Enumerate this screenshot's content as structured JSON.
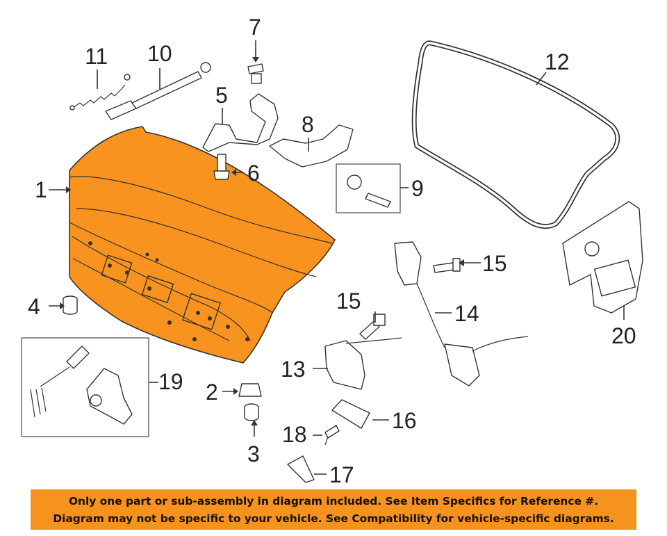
{
  "colors": {
    "panel": "#f6921e",
    "highlight": "#f7931e",
    "line": "#333333"
  },
  "callouts": {
    "c1": "1",
    "c2": "2",
    "c3": "3",
    "c4": "4",
    "c5": "5",
    "c6": "6",
    "c7": "7",
    "c8": "8",
    "c9": "9",
    "c10": "10",
    "c11": "11",
    "c12": "12",
    "c13": "13",
    "c14": "14",
    "c15a": "15",
    "c15b": "15",
    "c16": "16",
    "c17": "17",
    "c18": "18",
    "c19": "19",
    "c20": "20"
  },
  "notice": {
    "line1": "Only one part or sub-assembly in diagram included. See Item Specifics for Reference #.",
    "line2": "Diagram may not be specific to your vehicle. See Compatibility for vehicle-specific diagrams."
  }
}
